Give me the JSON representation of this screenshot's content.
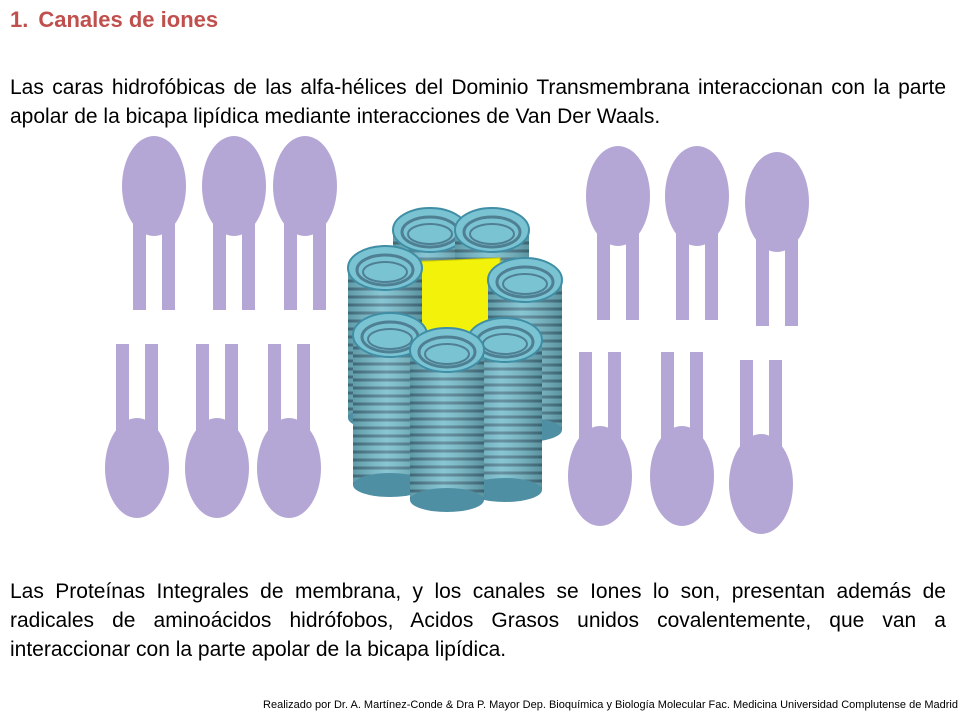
{
  "heading": {
    "number": "1.",
    "title": "Canales de iones"
  },
  "paragraph_1": "Las caras hidrofóbicas de las alfa-hélices del Dominio Transmembrana interaccionan con la parte apolar de la bicapa lipídica mediante interacciones de Van Der Waals.",
  "paragraph_2": "Las Proteínas Integrales de membrana, y los canales se Iones lo son, presentan además de radicales de aminoácidos hidrófobos, Acidos Grasos unidos covalentemente, que van a interaccionar con la parte apolar de la bicapa lipídica.",
  "footer": "Realizado por Dr. A. Martínez-Conde  & Dra P. Mayor Dep. Bioquímica y Biología Molecular Fac. Medicina Universidad Complutense de Madrid",
  "colors": {
    "heading": "#c0504d",
    "lipid": "#b4a7d6",
    "helix_fill": "#6fb7c8",
    "helix_rim": "#3f8ea5",
    "helix_coil": "#4f7f92",
    "pore": "#f2f20a"
  }
}
